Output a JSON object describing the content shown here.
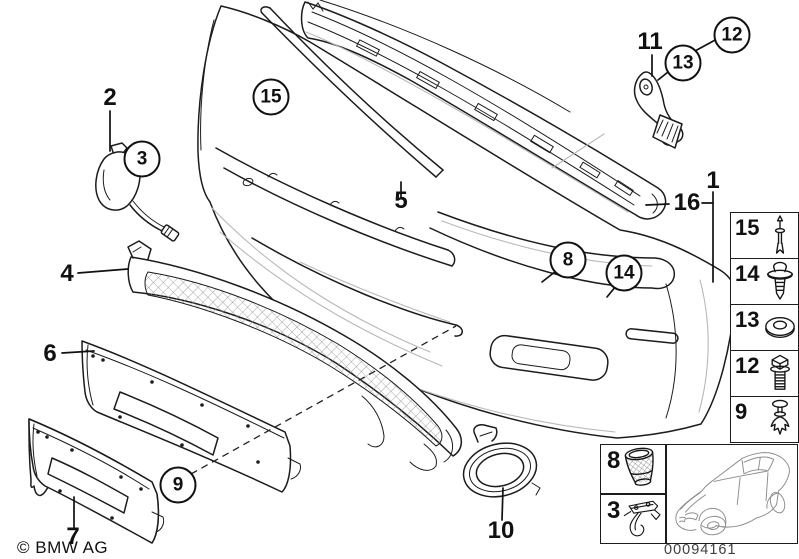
{
  "page": {
    "copyright": "© BMW AG",
    "diagram_number": "00094161",
    "background_color": "#ffffff",
    "line_color": "#1c1c1c"
  },
  "callouts": [
    {
      "label": "2",
      "circled": false
    },
    {
      "label": "3",
      "circled": true
    },
    {
      "label": "15",
      "circled": true
    },
    {
      "label": "11",
      "circled": false
    },
    {
      "label": "13",
      "circled": true
    },
    {
      "label": "12",
      "circled": true
    },
    {
      "label": "5",
      "circled": false
    },
    {
      "label": "1",
      "circled": false
    },
    {
      "label": "16",
      "circled": false
    },
    {
      "label": "8",
      "circled": true
    },
    {
      "label": "14",
      "circled": true
    },
    {
      "label": "4",
      "circled": false
    },
    {
      "label": "6",
      "circled": false
    },
    {
      "label": "9",
      "circled": true
    },
    {
      "label": "10",
      "circled": false
    },
    {
      "label": "7",
      "circled": false
    }
  ],
  "hardware_legend": {
    "rows": [
      {
        "label": "15",
        "icon": "expansion-rivet-icon"
      },
      {
        "label": "14",
        "icon": "expansion-rivet-flanged-icon"
      },
      {
        "label": "13",
        "icon": "washer-grommet-icon"
      },
      {
        "label": "12",
        "icon": "hex-bolt-icon"
      },
      {
        "label": "9",
        "icon": "expansion-clip-icon"
      }
    ]
  },
  "inset_boxes": {
    "buffer": {
      "label": "8",
      "icon": "rubber-buffer-icon"
    },
    "bracket": {
      "label": "3",
      "icon": "support-bracket-icon"
    },
    "vehicle": {
      "icon": "car-silhouette-icon"
    }
  }
}
